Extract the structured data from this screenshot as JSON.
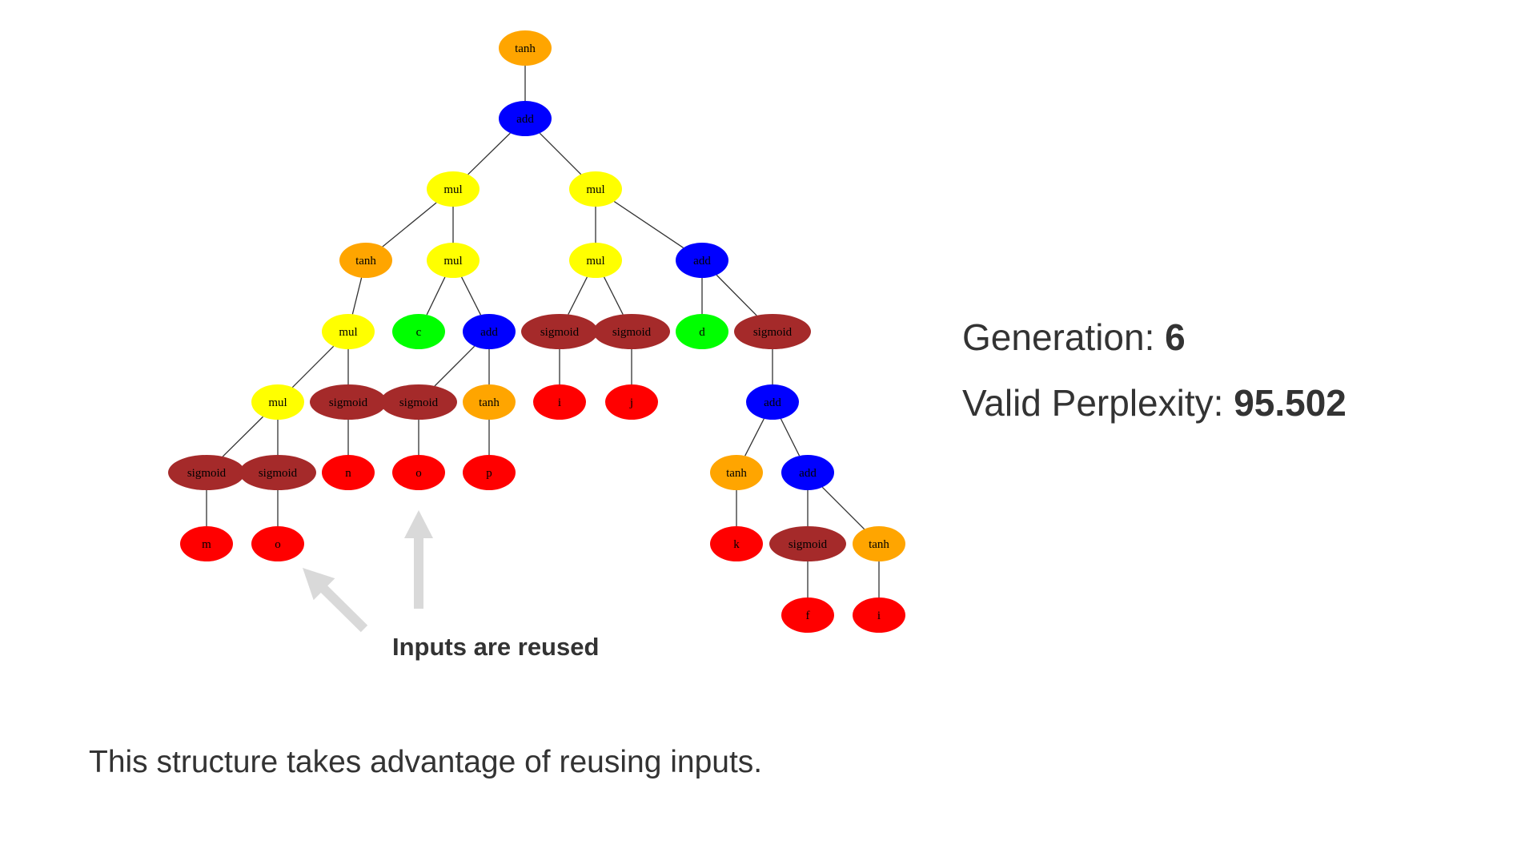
{
  "colors": {
    "tanh": "#ffa500",
    "add": "#0000ff",
    "mul": "#ffff00",
    "sigmoid": "#a52a2a",
    "input_green": "#00ff00",
    "input_red": "#ff0000",
    "edge": "#333333",
    "arrow": "#d9d9d9",
    "text": "#333333"
  },
  "tree": {
    "nodes": [
      {
        "id": "n0",
        "label": "tanh",
        "type": "tanh"
      },
      {
        "id": "n1",
        "label": "add",
        "type": "add"
      },
      {
        "id": "n2",
        "label": "mul",
        "type": "mul"
      },
      {
        "id": "n3",
        "label": "mul",
        "type": "mul"
      },
      {
        "id": "n4",
        "label": "tanh",
        "type": "tanh"
      },
      {
        "id": "n5",
        "label": "mul",
        "type": "mul"
      },
      {
        "id": "n6",
        "label": "mul",
        "type": "mul"
      },
      {
        "id": "n7",
        "label": "add",
        "type": "add"
      },
      {
        "id": "n8",
        "label": "mul",
        "type": "mul"
      },
      {
        "id": "n9",
        "label": "c",
        "type": "input_green"
      },
      {
        "id": "n10",
        "label": "add",
        "type": "add"
      },
      {
        "id": "n11",
        "label": "sigmoid",
        "type": "sigmoid"
      },
      {
        "id": "n12",
        "label": "sigmoid",
        "type": "sigmoid"
      },
      {
        "id": "n13",
        "label": "d",
        "type": "input_green"
      },
      {
        "id": "n14",
        "label": "sigmoid",
        "type": "sigmoid"
      },
      {
        "id": "n15",
        "label": "mul",
        "type": "mul"
      },
      {
        "id": "n16",
        "label": "sigmoid",
        "type": "sigmoid"
      },
      {
        "id": "n17",
        "label": "sigmoid",
        "type": "sigmoid"
      },
      {
        "id": "n18",
        "label": "tanh",
        "type": "tanh"
      },
      {
        "id": "n19",
        "label": "i",
        "type": "input_red"
      },
      {
        "id": "n20",
        "label": "j",
        "type": "input_red"
      },
      {
        "id": "n21",
        "label": "add",
        "type": "add"
      },
      {
        "id": "n22",
        "label": "sigmoid",
        "type": "sigmoid"
      },
      {
        "id": "n23",
        "label": "sigmoid",
        "type": "sigmoid"
      },
      {
        "id": "n24",
        "label": "n",
        "type": "input_red"
      },
      {
        "id": "n25",
        "label": "o",
        "type": "input_red"
      },
      {
        "id": "n26",
        "label": "p",
        "type": "input_red"
      },
      {
        "id": "n27",
        "label": "tanh",
        "type": "tanh"
      },
      {
        "id": "n28",
        "label": "add",
        "type": "add"
      },
      {
        "id": "n29",
        "label": "m",
        "type": "input_red"
      },
      {
        "id": "n30",
        "label": "o",
        "type": "input_red"
      },
      {
        "id": "n31",
        "label": "k",
        "type": "input_red"
      },
      {
        "id": "n32",
        "label": "sigmoid",
        "type": "sigmoid"
      },
      {
        "id": "n33",
        "label": "tanh",
        "type": "tanh"
      },
      {
        "id": "n34",
        "label": "f",
        "type": "input_red"
      },
      {
        "id": "n35",
        "label": "i",
        "type": "input_red"
      }
    ],
    "edges": [
      [
        "n0",
        "n1"
      ],
      [
        "n1",
        "n2"
      ],
      [
        "n1",
        "n3"
      ],
      [
        "n2",
        "n4"
      ],
      [
        "n2",
        "n5"
      ],
      [
        "n3",
        "n6"
      ],
      [
        "n3",
        "n7"
      ],
      [
        "n4",
        "n8"
      ],
      [
        "n5",
        "n9"
      ],
      [
        "n5",
        "n10"
      ],
      [
        "n6",
        "n11"
      ],
      [
        "n6",
        "n12"
      ],
      [
        "n7",
        "n13"
      ],
      [
        "n7",
        "n14"
      ],
      [
        "n8",
        "n15"
      ],
      [
        "n8",
        "n16"
      ],
      [
        "n10",
        "n17"
      ],
      [
        "n10",
        "n18"
      ],
      [
        "n11",
        "n19"
      ],
      [
        "n12",
        "n20"
      ],
      [
        "n14",
        "n21"
      ],
      [
        "n15",
        "n22"
      ],
      [
        "n15",
        "n23"
      ],
      [
        "n16",
        "n24"
      ],
      [
        "n17",
        "n25"
      ],
      [
        "n18",
        "n26"
      ],
      [
        "n21",
        "n27"
      ],
      [
        "n21",
        "n28"
      ],
      [
        "n22",
        "n29"
      ],
      [
        "n23",
        "n30"
      ],
      [
        "n27",
        "n31"
      ],
      [
        "n28",
        "n32"
      ],
      [
        "n28",
        "n33"
      ],
      [
        "n32",
        "n34"
      ],
      [
        "n33",
        "n35"
      ]
    ]
  },
  "stats": {
    "generation_label": "Generation: ",
    "generation_value": "6",
    "perplexity_label": "Valid Perplexity: ",
    "perplexity_value": "95.502"
  },
  "annotation": "Inputs are reused",
  "caption": "This structure takes advantage of reusing inputs."
}
